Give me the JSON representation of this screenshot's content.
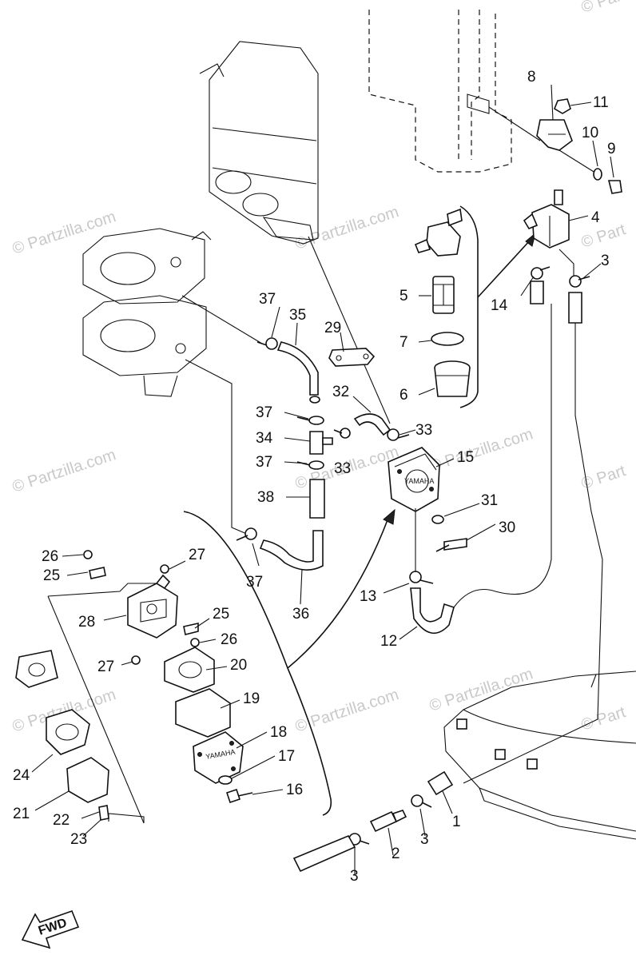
{
  "watermarks": [
    {
      "text": "© Partzilla.com"
    },
    {
      "text": "© Partzilla.com"
    },
    {
      "text": "© Partzilla.com"
    },
    {
      "text": "© Partzilla.com"
    },
    {
      "text": "© Partzilla.com"
    },
    {
      "text": "© Partzilla.com"
    },
    {
      "text": "© Partzilla.com"
    },
    {
      "text": "© Partzilla.com"
    },
    {
      "text": "© Part"
    },
    {
      "text": "© Part"
    },
    {
      "text": "© Part"
    },
    {
      "text": "© Part"
    }
  ],
  "labels": {
    "l1": "1",
    "l2": "2",
    "l3a": "3",
    "l3b": "3",
    "l3c": "3",
    "l4": "4",
    "l5": "5",
    "l6": "6",
    "l7": "7",
    "l8": "8",
    "l9": "9",
    "l10": "10",
    "l11": "11",
    "l12": "12",
    "l13": "13",
    "l14": "14",
    "l15": "15",
    "l16": "16",
    "l17": "17",
    "l18": "18",
    "l19": "19",
    "l20": "20",
    "l21": "21",
    "l22": "22",
    "l23": "23",
    "l24": "24",
    "l25a": "25",
    "l25b": "25",
    "l26a": "26",
    "l26b": "26",
    "l27a": "27",
    "l27b": "27",
    "l28": "28",
    "l29": "29",
    "l30": "30",
    "l31": "31",
    "l32": "32",
    "l33a": "33",
    "l33b": "33",
    "l34": "34",
    "l35": "35",
    "l36": "36",
    "l37a": "37",
    "l37b": "37",
    "l37c": "37",
    "l37d": "37",
    "l38": "38"
  },
  "fwd_badge": "FWD",
  "pump_logo": "YAMAHA"
}
